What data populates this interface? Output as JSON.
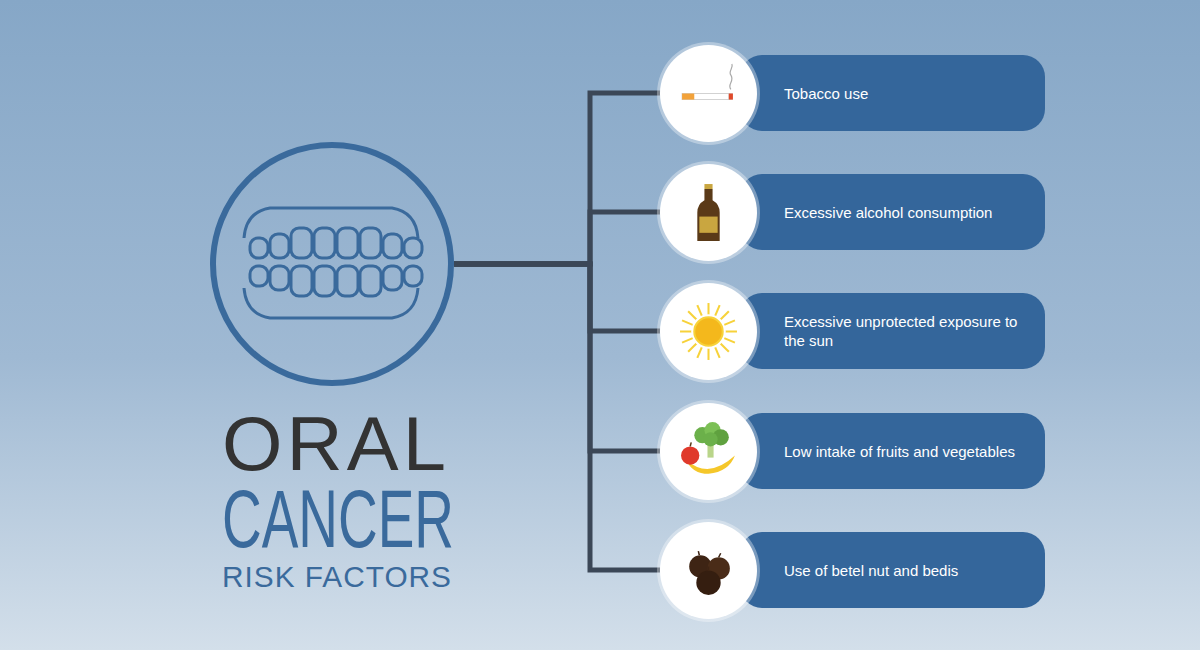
{
  "diagram": {
    "nodes": [
      {
        "text": [
          "ORAL",
          "CANCER",
          "RISK FACTORS"
        ]
      },
      {
        "text": [
          "Tobacco use"
        ]
      },
      {
        "text": [
          "Excessive alcohol consumption"
        ]
      },
      {
        "text": [
          "Excessive unprotected exposure to the sun"
        ]
      },
      {
        "text": [
          "Low intake of fruits and vegetables"
        ]
      },
      {
        "text": [
          "Use of betel nut and bedis"
        ]
      }
    ],
    "edges": [
      {
        "from": 0,
        "to": 1,
        "arrow": "none"
      },
      {
        "from": 0,
        "to": 2,
        "arrow": "none"
      },
      {
        "from": 0,
        "to": 3,
        "arrow": "none"
      },
      {
        "from": 0,
        "to": 4,
        "arrow": "none"
      },
      {
        "from": 0,
        "to": 5,
        "arrow": "none"
      }
    ]
  }
}
